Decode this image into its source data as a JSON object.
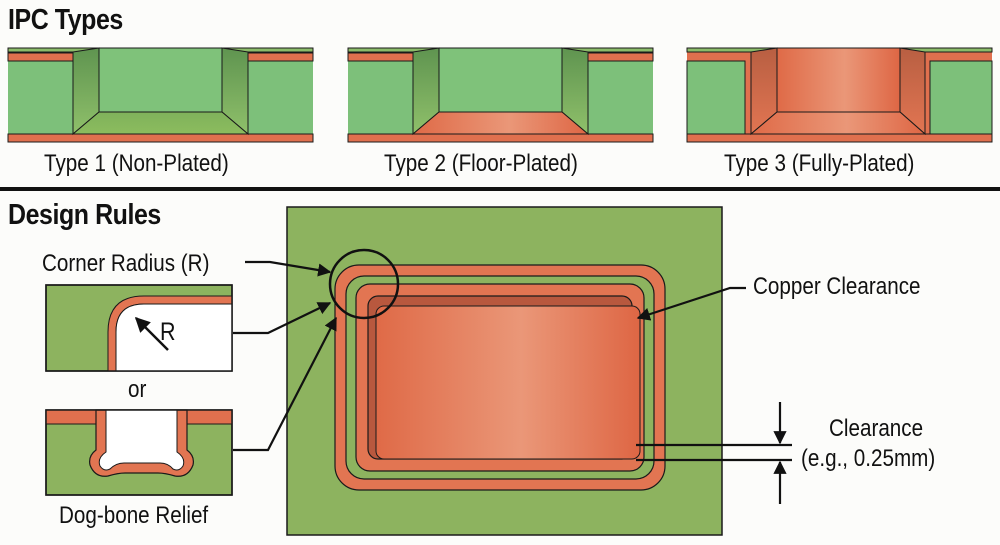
{
  "sections": {
    "ipc_types": {
      "title": "IPC Types",
      "types": [
        {
          "label": "Type 1 (Non-Plated)",
          "plating": "none"
        },
        {
          "label": "Type 2 (Floor-Plated)",
          "plating": "floor"
        },
        {
          "label": "Type 3 (Fully-Plated)",
          "plating": "full"
        }
      ]
    },
    "design_rules": {
      "title": "Design Rules",
      "corner_radius_label": "Corner Radius (R)",
      "radius_symbol": "R",
      "or_label": "or",
      "dogbone_label": "Dog-bone Relief",
      "copper_clearance_label": "Copper Clearance",
      "clearance_label": "Clearance",
      "clearance_example": "(e.g., 0.25mm)"
    }
  },
  "colors": {
    "fr4_green": "#7dc07a",
    "board_green": "#8db35f",
    "copper": "#e0704e",
    "copper_light": "#e9967a",
    "outline": "#1a1a1a"
  }
}
